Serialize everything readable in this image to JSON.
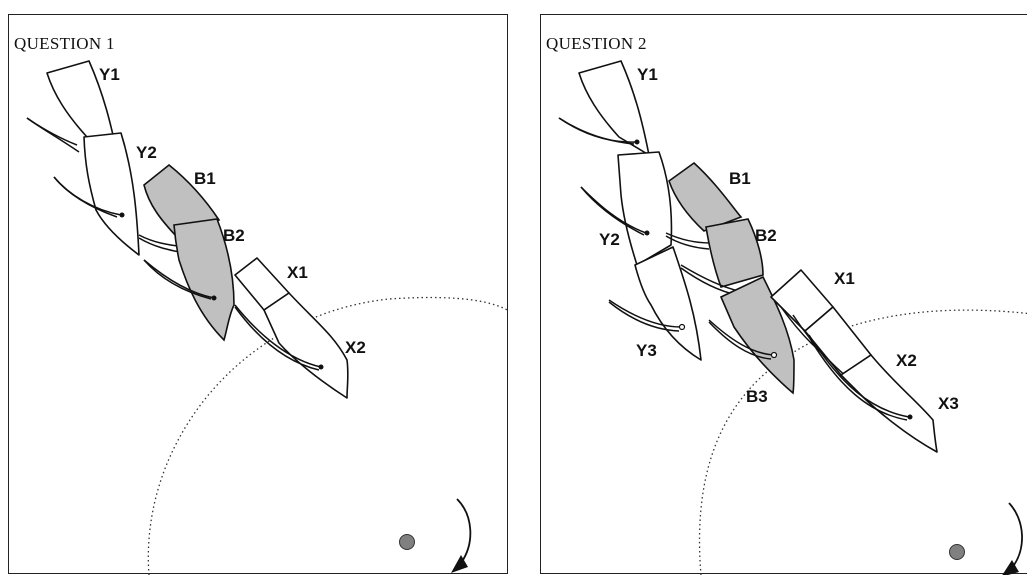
{
  "panels": [
    {
      "title": "QUESTION 1",
      "labels": [
        "Y1",
        "Y2",
        "B1",
        "B2",
        "X1",
        "X2"
      ]
    },
    {
      "title": "QUESTION 2",
      "labels": [
        "Y1",
        "B1",
        "B2",
        "Y2",
        "X1",
        "Y3",
        "X2",
        "B3",
        "X3"
      ]
    }
  ],
  "colors": {
    "shaded_piece": "#c0c0c0",
    "plain_piece": "#ffffff",
    "marker": "#808080"
  },
  "icons": [
    "rotation-arrow-icon",
    "center-marker-icon"
  ]
}
